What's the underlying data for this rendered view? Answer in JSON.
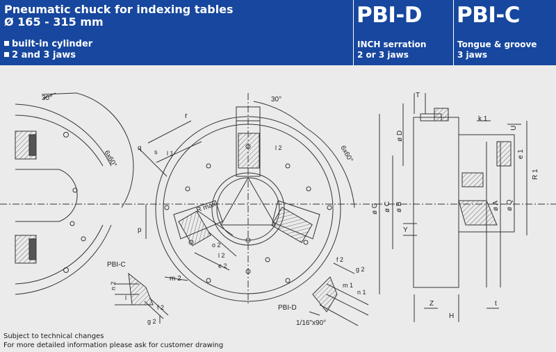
{
  "header": {
    "title": "Pneumatic chuck for indexing tables",
    "subtitle": "Ø 165 - 315 mm",
    "features": [
      "built-in cylinder",
      "2 and 3 jaws"
    ],
    "variants": [
      {
        "code": "PBI-D",
        "line1": "INCH serration",
        "line2": "2 or 3 jaws"
      },
      {
        "code": "PBI-C",
        "line1": "Tongue & groove",
        "line2": "3 jaws"
      }
    ]
  },
  "colors": {
    "header_bg": "#17479e",
    "drawing_bg": "#ebebeb",
    "line": "#333333"
  },
  "drawing": {
    "angle_left": "30°",
    "angle_center": "30°",
    "bolt_left": "6x60°",
    "bolt_center": "6x60°",
    "r_label": "r",
    "q_label": "q",
    "s_label": "s",
    "l1_label": "l 1",
    "l2_label": "l 2",
    "rmax_label": "R max",
    "p_label": "p",
    "o2_label": "o 2",
    "l2b_label": "l 2",
    "e2_label": "e 2",
    "m2_label": "m 2",
    "pbic_label": "PBI-C",
    "n2_label": "n 2",
    "l_label": "l",
    "f2a_label": "f 2",
    "g2a_label": "g 2",
    "f2b_label": "f 2",
    "g2b_label": "g 2",
    "m1_label": "m 1",
    "n1_label": "n 1",
    "pbid_label": "PBI-D",
    "inch_label": "1/16\"x90°",
    "T_label": "T",
    "k1_label": "k 1",
    "U_label": "U",
    "D_label": "ø D",
    "e1_label": "e 1",
    "R1_label": "R 1",
    "G_label": "ø G",
    "C_label": "ø C",
    "B_label": "ø B",
    "A_label": "ø A",
    "Q_label": "ø Q",
    "Y_label": "Y",
    "Z_label": "Z",
    "H_label": "H",
    "t_label": "t"
  },
  "footer": {
    "line1": "Subject to technical changes",
    "line2": "For more detailed information please ask for customer drawing"
  }
}
